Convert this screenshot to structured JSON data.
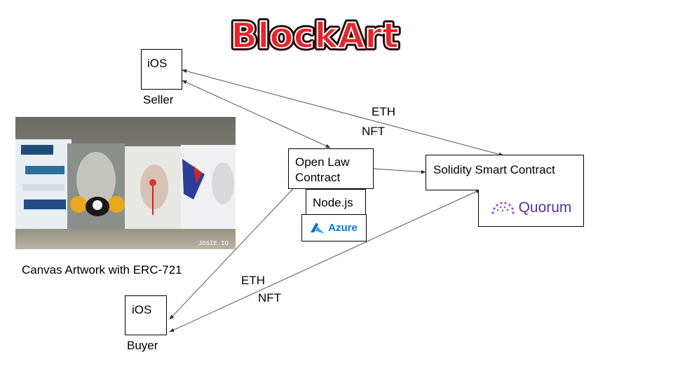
{
  "logo": {
    "text": "BlockArt",
    "fill": "#e8252a",
    "outline": "#2b0a0a"
  },
  "nodes": {
    "seller": {
      "box_label": "iOS",
      "caption": "Seller"
    },
    "buyer": {
      "box_label": "iOS",
      "caption": "Buyer"
    },
    "open_law": {
      "label": "Open Law\nContract"
    },
    "nodejs": {
      "label": "Node.js"
    },
    "azure": {
      "label": "Azure",
      "color": "#0078d4"
    },
    "solidity": {
      "label": "Solidity Smart Contract"
    },
    "quorum": {
      "label": "Quorum",
      "color": "#5a2ea6"
    }
  },
  "artwork": {
    "caption": "Canvas Artwork with ERC-721",
    "watermark": "JOSIE.IO"
  },
  "edge_labels": {
    "top_eth": "ETH",
    "top_nft": "NFT",
    "bottom_eth": "ETH",
    "bottom_nft": "NFT"
  }
}
